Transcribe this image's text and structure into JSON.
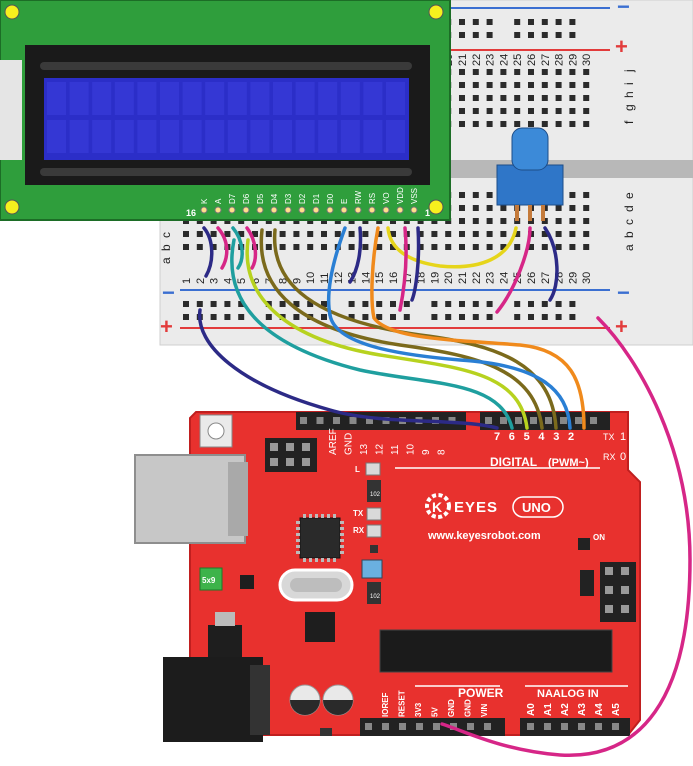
{
  "breadboard": {
    "col_numbers": [
      "1",
      "2",
      "3",
      "4",
      "5",
      "6",
      "7",
      "8",
      "9",
      "10",
      "11",
      "12",
      "13",
      "14",
      "15",
      "16",
      "17",
      "18",
      "19",
      "20",
      "21",
      "22",
      "23",
      "24",
      "25",
      "26",
      "27",
      "28",
      "29",
      "30"
    ],
    "top_rows_right": [
      "j",
      "i",
      "h",
      "g",
      "f"
    ],
    "bottom_rows_right": [
      "e",
      "d",
      "c",
      "b",
      "a"
    ],
    "left_rows": [
      "c",
      "b",
      "a"
    ],
    "plus_sign": "+",
    "minus_sign": "−"
  },
  "lcd": {
    "pins": [
      "VSS",
      "VDD",
      "VO",
      "RS",
      "RW",
      "E",
      "D0",
      "D1",
      "D2",
      "D3",
      "D4",
      "D5",
      "D6",
      "D7",
      "A",
      "K"
    ],
    "pin_first": "1",
    "pin_last": "16"
  },
  "arduino": {
    "top_labels": [
      "AREF",
      "GND",
      "13",
      "12",
      "11",
      "10",
      "9",
      "8"
    ],
    "digital_pins": [
      "7",
      "6",
      "5",
      "4",
      "3",
      "2"
    ],
    "tx_label": "TX",
    "tx_pin": "1",
    "rx_label": "RX",
    "rx_pin": "0",
    "digital_label": "DIGITAL",
    "pwm_label": "(PWM~)",
    "brand": "EYES",
    "model": "UNO",
    "url": "www.keyesrobot.com",
    "on_label": "ON",
    "l_label": "L",
    "tx_led_label": "TX",
    "rx_led_label": "RX",
    "power_label": "POWER",
    "power_pins": [
      "IOREF",
      "RESET",
      "3V3",
      "5V",
      "GND",
      "GND",
      "VIN"
    ],
    "analog_label": "NAALOG IN",
    "analog_pins": [
      "A0",
      "A1",
      "A2",
      "A3",
      "A4",
      "A5"
    ],
    "chip_label": "5x9",
    "resistor_label": "102"
  }
}
